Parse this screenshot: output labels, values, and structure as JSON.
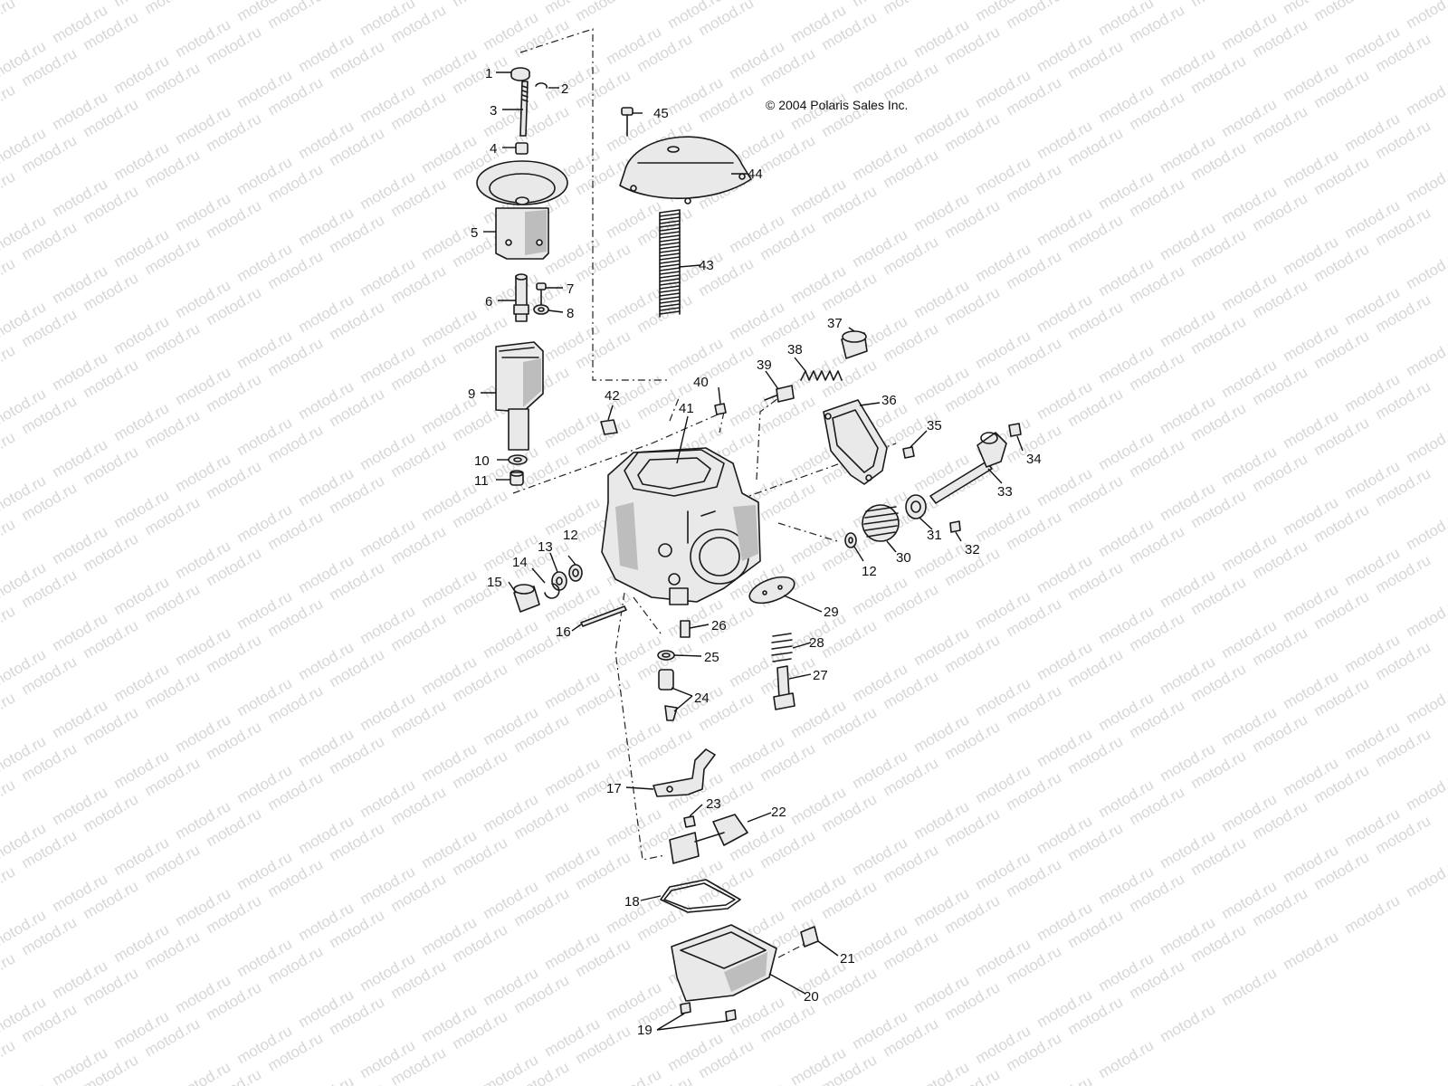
{
  "copyright": "© 2004 Polaris Sales Inc.",
  "watermark_text": "motod.ru",
  "callouts": {
    "c1": "1",
    "c2": "2",
    "c3": "3",
    "c4": "4",
    "c5": "5",
    "c6": "6",
    "c7": "7",
    "c8": "8",
    "c9": "9",
    "c10": "10",
    "c11": "11",
    "c12a": "12",
    "c12b": "12",
    "c13": "13",
    "c14": "14",
    "c15": "15",
    "c16": "16",
    "c17": "17",
    "c18": "18",
    "c19": "19",
    "c20": "20",
    "c21": "21",
    "c22": "22",
    "c23": "23",
    "c24": "24",
    "c25": "25",
    "c26": "26",
    "c27": "27",
    "c28": "28",
    "c29": "29",
    "c30": "30",
    "c31": "31",
    "c32": "32",
    "c33": "33",
    "c34": "34",
    "c35": "35",
    "c36": "36",
    "c37": "37",
    "c38": "38",
    "c39": "39",
    "c40": "40",
    "c41": "41",
    "c42": "42",
    "c43": "43",
    "c44": "44",
    "c45": "45"
  }
}
